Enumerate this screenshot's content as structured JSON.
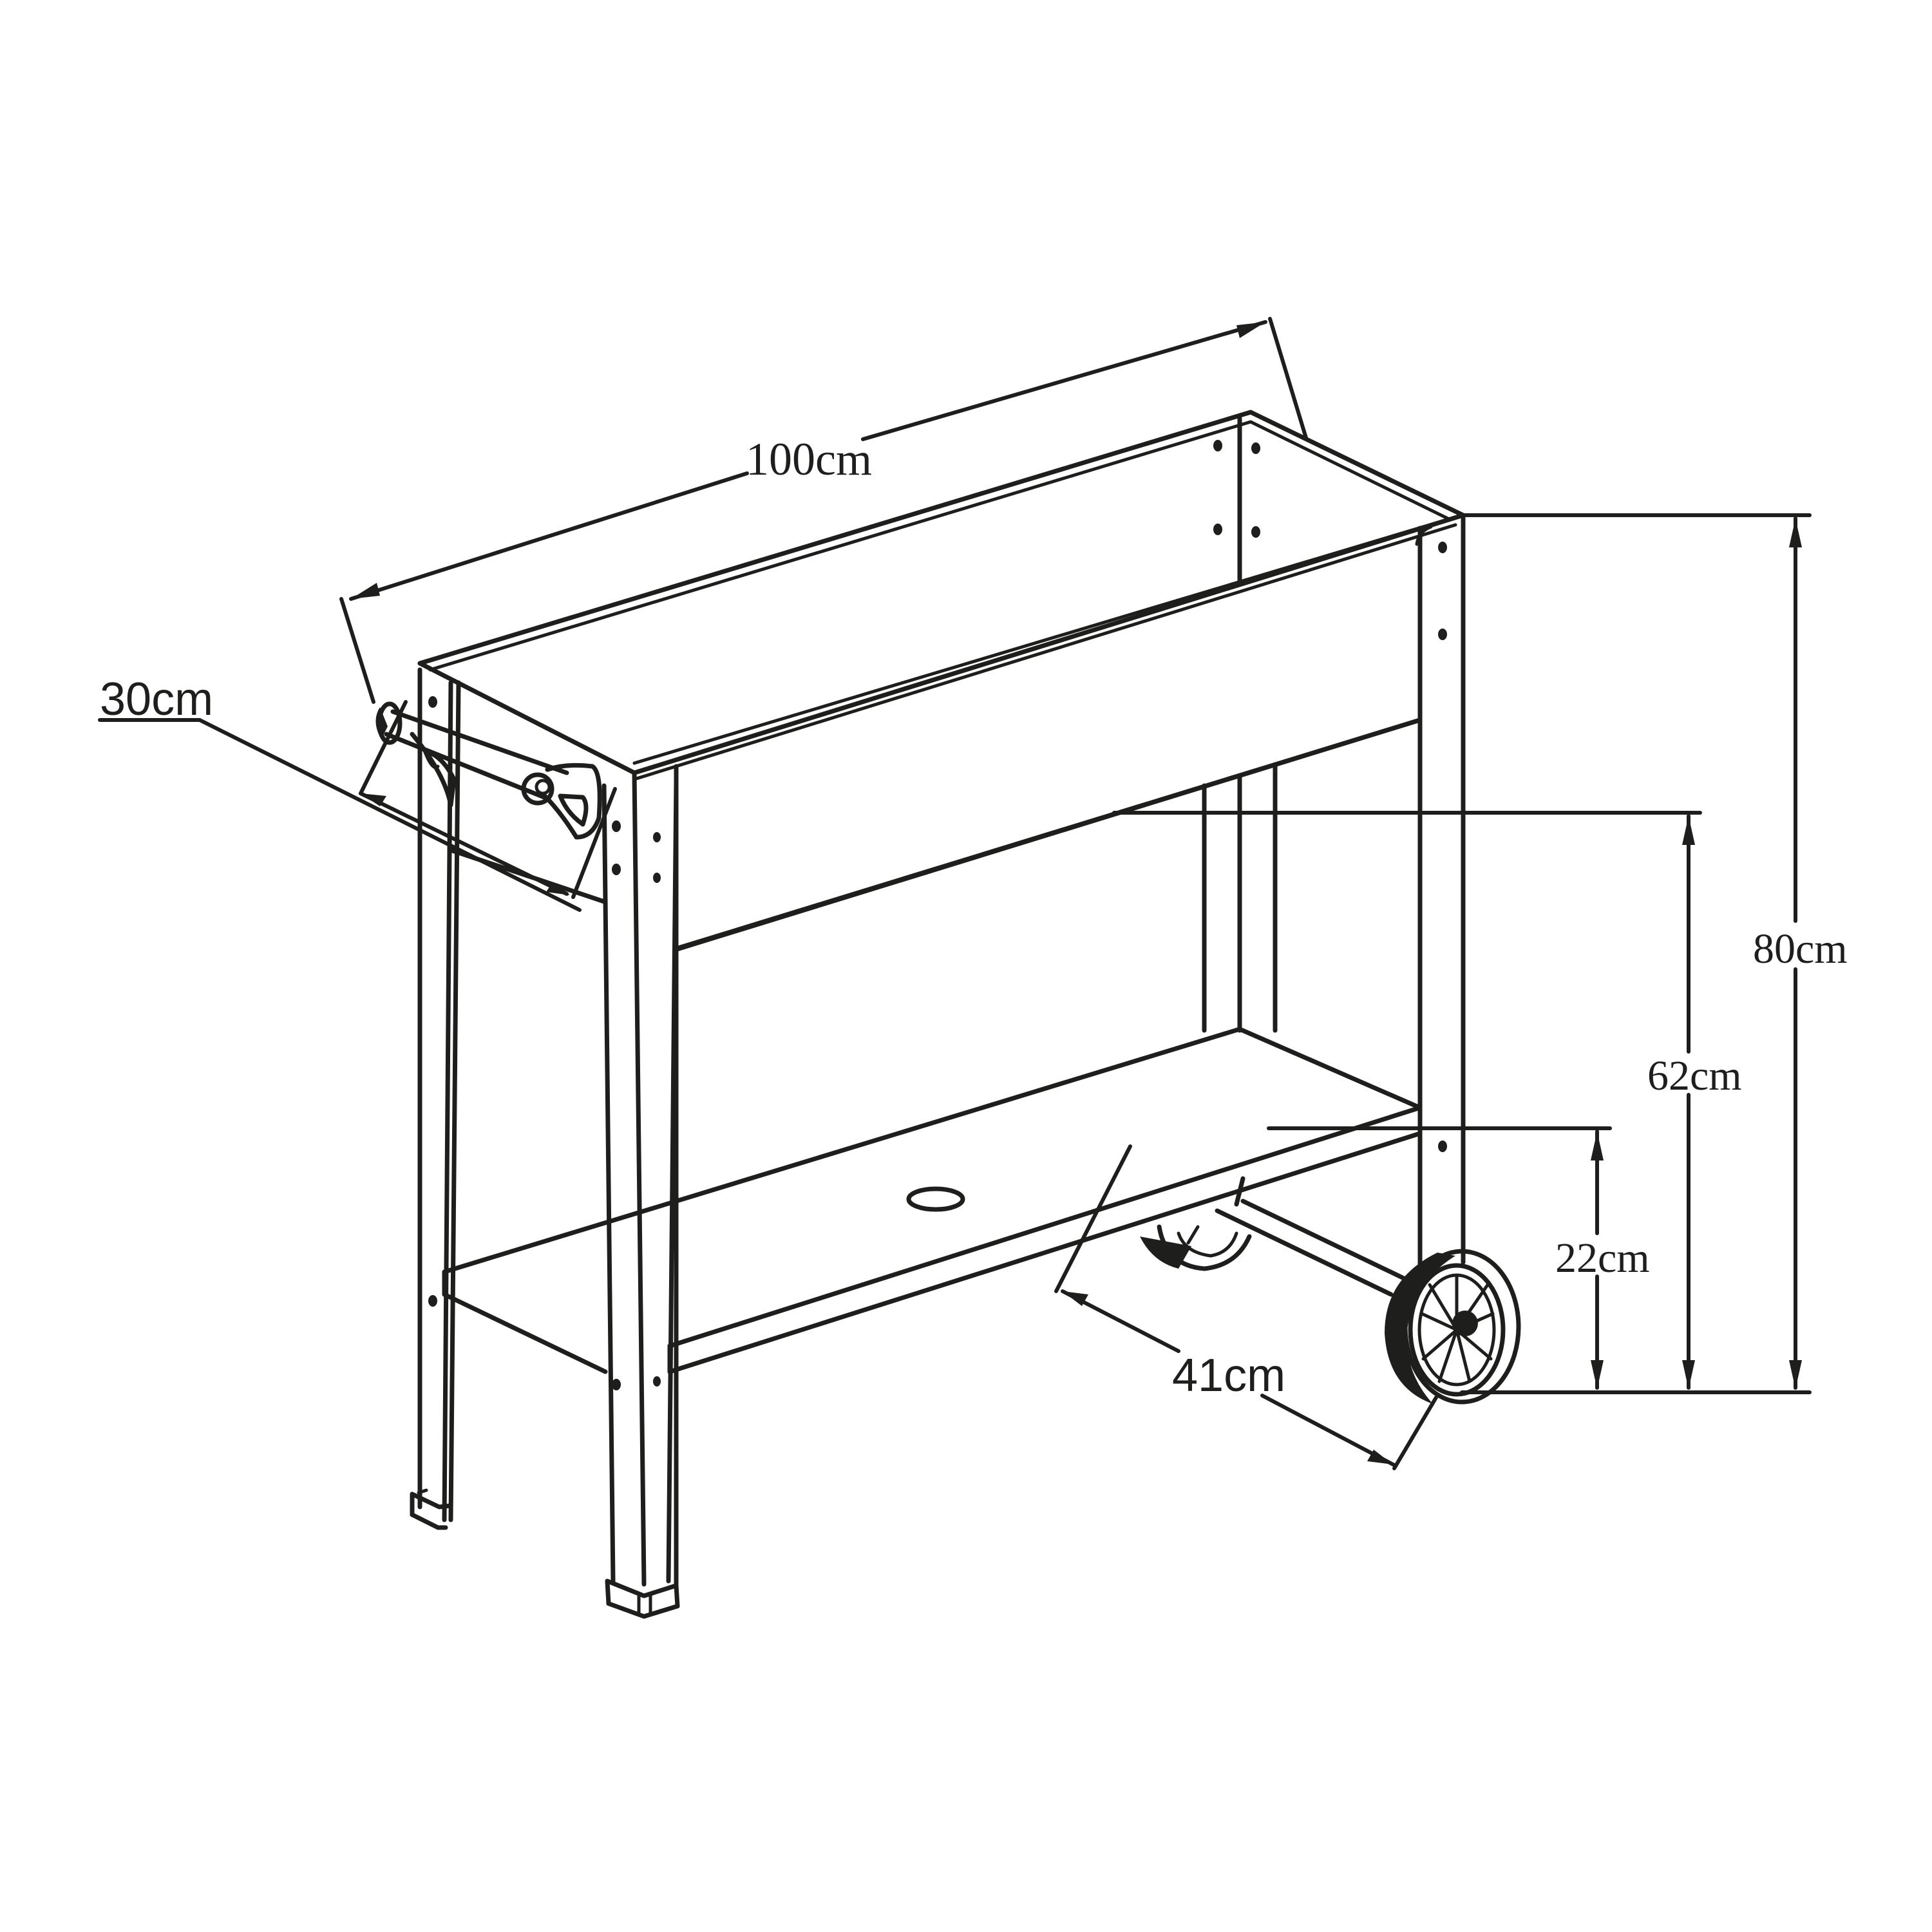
{
  "diagram": {
    "subject": "Raised garden bed planter cart with lower shelf, side handle and two wheels",
    "line_color": "#1e1e1c",
    "background_color": "#ffffff"
  },
  "dimensions": {
    "length": {
      "label": "100cm",
      "value": 100,
      "unit": "cm",
      "axis": "length of planter box"
    },
    "width": {
      "label": "30cm",
      "value": 30,
      "unit": "cm",
      "axis": "depth of planter box"
    },
    "total_height": {
      "label": "80cm",
      "value": 80,
      "unit": "cm",
      "axis": "overall height to rim"
    },
    "box_bottom_height": {
      "label": "62cm",
      "value": 62,
      "unit": "cm",
      "axis": "height to bottom of planter box"
    },
    "shelf_height": {
      "label": "22cm",
      "value": 22,
      "unit": "cm",
      "axis": "height of lower shelf"
    },
    "shelf_depth": {
      "label": "41cm",
      "value": 41,
      "unit": "cm",
      "axis": "depth of lower shelf / leg span"
    }
  },
  "parts": {
    "icons": [
      "planter-box",
      "handle",
      "leg",
      "shelf",
      "wheel",
      "foot-cap",
      "drain-hole",
      "bolt-holes"
    ]
  }
}
